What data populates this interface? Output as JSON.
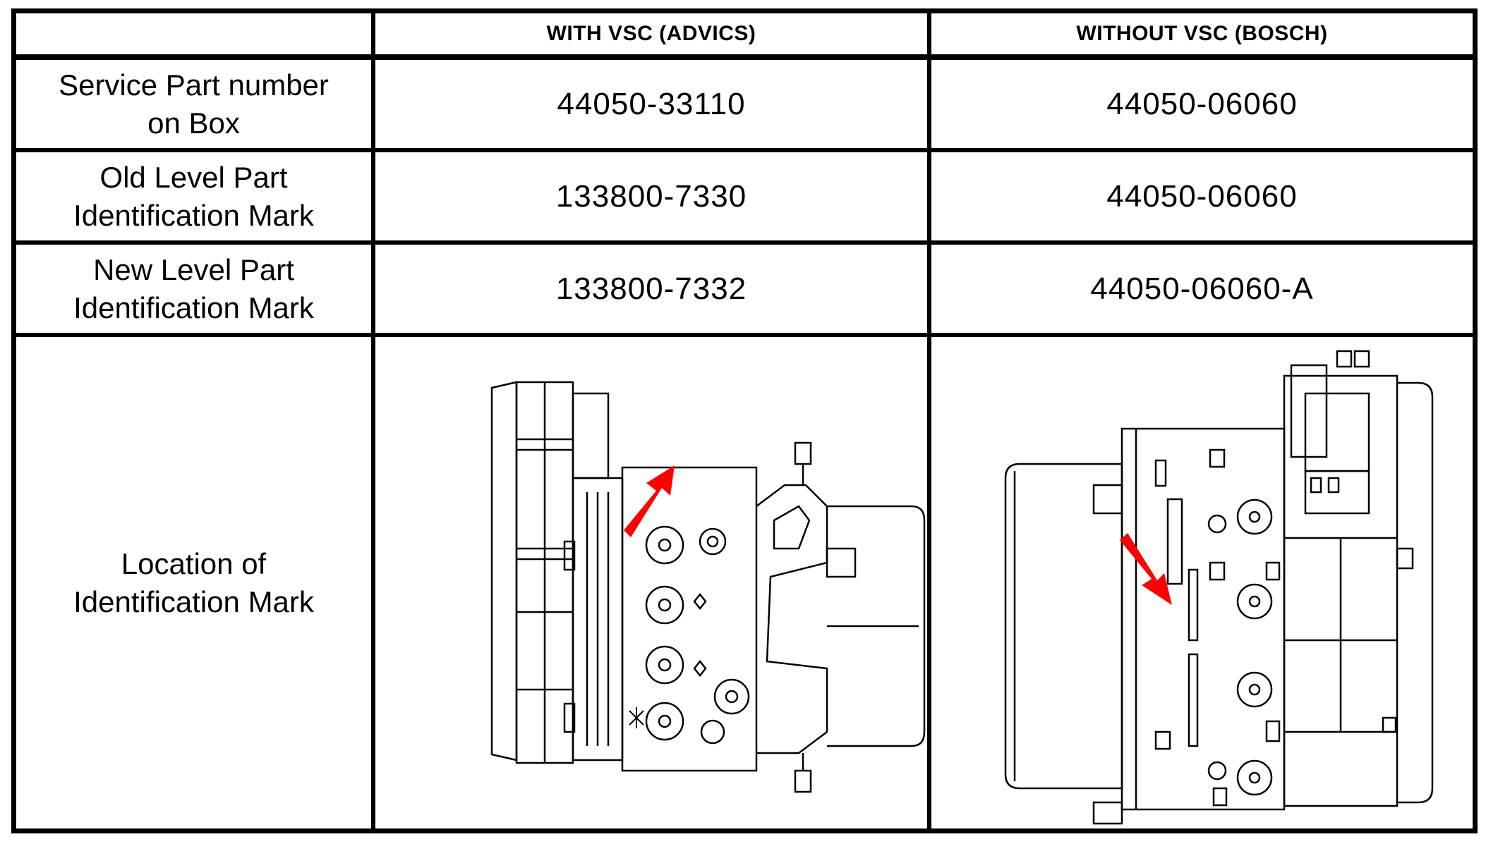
{
  "header": {
    "corner": "",
    "col1": "WITH VSC (ADVICS)",
    "col2": "WITHOUT VSC (BOSCH)"
  },
  "rows": [
    {
      "label": "Service Part number\non Box",
      "with_vsc": "44050-33110",
      "without_vsc": "44050-06060"
    },
    {
      "label": "Old Level Part\nIdentification Mark",
      "with_vsc": "133800-7330",
      "without_vsc": "44050-06060"
    },
    {
      "label": "New Level Part\nIdentification Mark",
      "with_vsc": "133800-7332",
      "without_vsc": "44050-06060-A"
    }
  ],
  "location_row": {
    "label": "Location of\nIdentification Mark",
    "with_vsc_image": "abs-actuator-advics-drawing",
    "without_vsc_image": "abs-actuator-bosch-drawing",
    "arrow_color": "#ff0000"
  }
}
